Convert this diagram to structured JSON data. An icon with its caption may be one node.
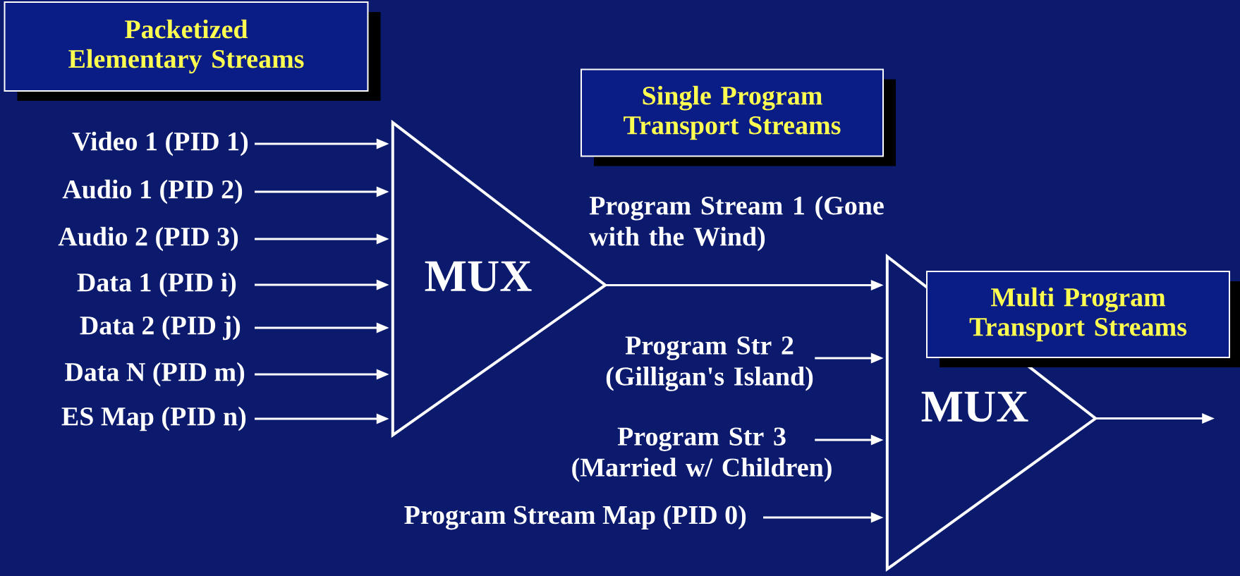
{
  "diagram": {
    "nodes": [
      {
        "text": [
          "Packetized Elementary Streams"
        ]
      },
      {
        "text": [
          "Video 1 (PID 1)"
        ]
      },
      {
        "text": [
          "Audio 1 (PID 2)"
        ]
      },
      {
        "text": [
          "Audio 2 (PID 3)"
        ]
      },
      {
        "text": [
          "Data 1 (PID i)"
        ]
      },
      {
        "text": [
          "Data 2 (PID j)"
        ]
      },
      {
        "text": [
          "Data N (PID m)"
        ]
      },
      {
        "text": [
          "ES Map (PID n)"
        ]
      },
      {
        "text": [
          "MUX"
        ]
      },
      {
        "text": [
          "Single Program Transport Streams"
        ]
      },
      {
        "text": [
          "Program Str 2 (Gilligan's Island)"
        ]
      },
      {
        "text": [
          "Program Str 3 (Married w/ Children)"
        ]
      },
      {
        "text": [
          "Program Stream Map (PID 0)"
        ]
      },
      {
        "text": [
          "MUX"
        ]
      },
      {
        "text": [
          "Multi Program Transport Streams"
        ]
      }
    ],
    "edges": [
      {
        "from": 1,
        "to": 8,
        "arrow": "to"
      },
      {
        "from": 2,
        "to": 8,
        "arrow": "to"
      },
      {
        "from": 3,
        "to": 8,
        "arrow": "to"
      },
      {
        "from": 4,
        "to": 8,
        "arrow": "to"
      },
      {
        "from": 5,
        "to": 8,
        "arrow": "to"
      },
      {
        "from": 6,
        "to": 8,
        "arrow": "to"
      },
      {
        "from": 7,
        "to": 8,
        "arrow": "to"
      },
      {
        "from": 8,
        "to": 13,
        "arrow": "to",
        "label": "Program Stream 1 (Gone with the Wind)"
      },
      {
        "from": 10,
        "to": 13,
        "arrow": "to"
      },
      {
        "from": 11,
        "to": 13,
        "arrow": "to"
      },
      {
        "from": 12,
        "to": 13,
        "arrow": "to"
      },
      {
        "from": 13,
        "to": null,
        "arrow": "to"
      }
    ]
  }
}
